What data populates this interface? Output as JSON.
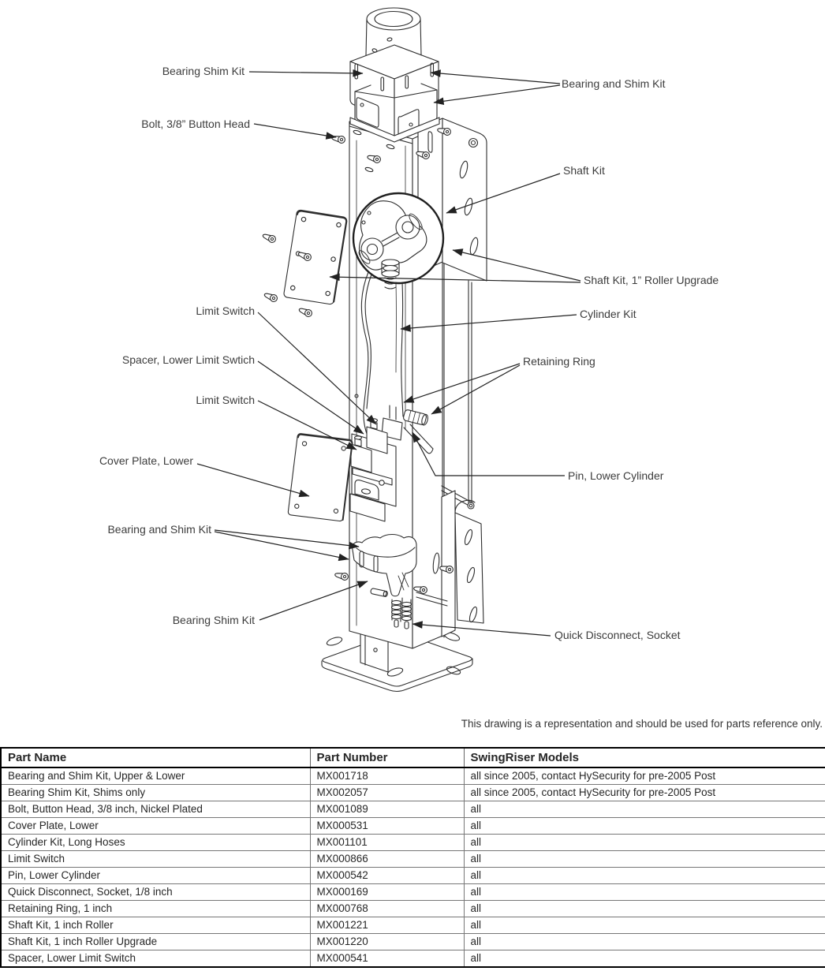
{
  "drawing": {
    "callouts": {
      "bearing_shim_kit_top": "Bearing Shim Kit",
      "bolt_button_head": "Bolt, 3/8” Button Head",
      "bearing_and_shim_kit_right": "Bearing and Shim Kit",
      "shaft_kit": "Shaft Kit",
      "shaft_kit_roller_upgrade": "Shaft Kit, 1” Roller Upgrade",
      "cylinder_kit": "Cylinder Kit",
      "retaining_ring": "Retaining Ring",
      "limit_switch_upper": "Limit Switch",
      "spacer_lower_limit_switch": "Spacer, Lower Limit Swtich",
      "limit_switch_lower": "Limit Switch",
      "cover_plate_lower": "Cover Plate, Lower",
      "pin_lower_cylinder": "Pin, Lower Cylinder",
      "bearing_and_shim_kit_left": "Bearing and Shim Kit",
      "bearing_shim_kit_bottom": "Bearing Shim Kit",
      "quick_disconnect_socket": "Quick Disconnect, Socket"
    },
    "note": "This drawing is a representation and should be used for parts reference only."
  },
  "table": {
    "headers": [
      "Part Name",
      "Part Number",
      "SwingRiser Models"
    ],
    "rows": [
      {
        "name": "Bearing and Shim Kit, Upper & Lower",
        "number": "MX001718",
        "models": "all since 2005, contact HySecurity for pre-2005 Post"
      },
      {
        "name": "Bearing Shim Kit, Shims only",
        "number": "MX002057",
        "models": "all since 2005, contact HySecurity for pre-2005 Post"
      },
      {
        "name": "Bolt, Button Head, 3/8 inch, Nickel Plated",
        "number": "MX001089",
        "models": "all"
      },
      {
        "name": "Cover Plate, Lower",
        "number": "MX000531",
        "models": "all"
      },
      {
        "name": "Cylinder Kit, Long Hoses",
        "number": "MX001101",
        "models": "all"
      },
      {
        "name": "Limit Switch",
        "number": "MX000866",
        "models": "all"
      },
      {
        "name": "Pin, Lower Cylinder",
        "number": "MX000542",
        "models": "all"
      },
      {
        "name": "Quick Disconnect, Socket, 1/8 inch",
        "number": "MX000169",
        "models": "all"
      },
      {
        "name": "Retaining Ring, 1 inch",
        "number": "MX000768",
        "models": "all"
      },
      {
        "name": "Shaft Kit, 1 inch Roller",
        "number": "MX001221",
        "models": "all"
      },
      {
        "name": "Shaft Kit, 1 inch Roller Upgrade",
        "number": "MX001220",
        "models": "all"
      },
      {
        "name": "Spacer, Lower Limit Switch",
        "number": "MX000541",
        "models": "all"
      }
    ]
  },
  "colors": {
    "ink": "#2e2e2e",
    "label_text": "#3c3c3c",
    "table_border": "#000000",
    "background": "#ffffff"
  }
}
